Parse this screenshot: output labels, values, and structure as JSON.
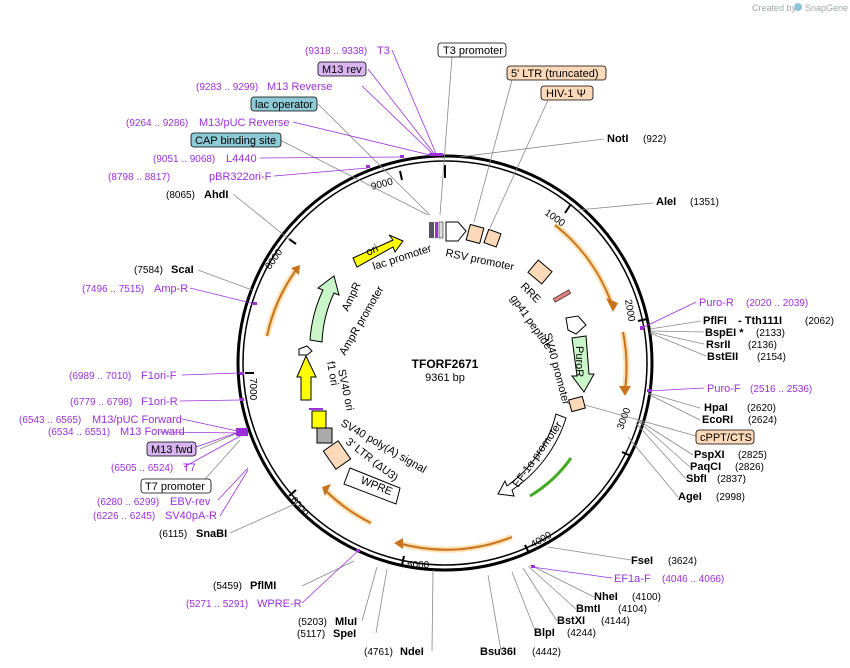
{
  "watermark": {
    "created_by": "Created by",
    "brand": "SnapGene"
  },
  "plasmid": {
    "name": "TFORF2671",
    "size": "9361 bp"
  },
  "ticks": [
    "1000",
    "2000",
    "3000",
    "4000",
    "5000",
    "6000",
    "7000",
    "8000",
    "9000"
  ],
  "sites": {
    "t3": "T3 promoter",
    "ltr5": "5' LTR (truncated)",
    "hiv": "HIV-1 Ψ",
    "noti": "NotI",
    "noti_pos": "(922)",
    "alei": "AleI",
    "alei_pos": "(1351)",
    "puro_r": "Puro-R",
    "puro_r_pos": "(2020 .. 2039)",
    "pflfi": "PflFI",
    "tth": "- Tth111I",
    "tth_pos": "(2062)",
    "bspei": "BspEI *",
    "bspei_pos": "(2133)",
    "rsrii": "RsrII",
    "rsrii_pos": "(2136)",
    "bsteii": "BstEII",
    "bsteii_pos": "(2154)",
    "puro_f": "Puro-F",
    "puro_f_pos": "(2516 .. 2536)",
    "hpai": "HpaI",
    "hpai_pos": "(2620)",
    "ecori": "EcoRI",
    "ecori_pos": "(2624)",
    "cppt": "cPPT/CTS",
    "pspxi": "PspXI",
    "pspxi_pos": "(2825)",
    "paqci": "PaqCI",
    "paqci_pos": "(2826)",
    "sbfi": "SbfI",
    "sbfi_pos": "(2837)",
    "agei": "AgeI",
    "agei_pos": "(2998)",
    "fsei": "FseI",
    "fsei_pos": "(3624)",
    "ef1af": "EF1a-F",
    "ef1af_pos": "(4046 .. 4066)",
    "nhei": "NheI",
    "nhei_pos": "(4100)",
    "bmti": "BmtI",
    "bmti_pos": "(4104)",
    "bstxi": "BstXI",
    "bstxi_pos": "(4144)",
    "blpi": "BlpI",
    "blpi_pos": "(4244)",
    "bsu36i": "Bsu36I",
    "bsu36i_pos": "(4442)",
    "ndei": "NdeI",
    "ndei_pos": "(4761)",
    "spei": "SpeI",
    "spei_pos": "(5117)",
    "mlui": "MluI",
    "mlui_pos": "(5203)",
    "wpre_r": "WPRE-R",
    "wpre_r_pos": "(5271 .. 5291)",
    "pflmi": "PflMI",
    "pflmi_pos": "(5459)",
    "snabi": "SnaBI",
    "snabi_pos": "(6115)",
    "sv40par": "SV40pA-R",
    "sv40par_pos": "(6226 .. 6245)",
    "ebvrev": "EBV-rev",
    "ebvrev_pos": "(6280 .. 6299)",
    "t7prom": "T7 promoter",
    "t7": "T7",
    "t7_pos": "(6505 .. 6524)",
    "m13fwd": "M13 fwd",
    "m13forward": "M13 Forward",
    "m13forward_pos": "(6534 .. 6551)",
    "m13pucf": "M13/pUC Forward",
    "m13pucf_pos": "(6543 .. 6565)",
    "f1orir": "F1ori-R",
    "f1orir_pos": "(6779 .. 6798)",
    "f1orif": "F1ori-F",
    "f1orif_pos": "(6989 .. 7010)",
    "ampr_p": "Amp-R",
    "ampr_p_pos": "(7496 .. 7515)",
    "scai": "ScaI",
    "scai_pos": "(7584)",
    "ahdi": "AhdI",
    "ahdi_pos": "(8065)",
    "pbr": "pBR322ori-F",
    "pbr_pos": "(8798 .. 8817)",
    "l4440": "L4440",
    "l4440_pos": "(9051 .. 9068)",
    "cap": "CAP binding site",
    "m13pucr": "M13/pUC Reverse",
    "m13pucr_pos": "(9264 .. 9286)",
    "lacop": "lac operator",
    "m13reverse": "M13 Reverse",
    "m13reverse_pos": "(9283 .. 9299)",
    "m13rev": "M13 rev",
    "t3p": "T3",
    "t3p_pos": "(9318 .. 9338)"
  },
  "features": {
    "ori": "ori",
    "lac_promoter": "lac promoter",
    "rsv_promoter": "RSV promoter",
    "rre": "RRE",
    "gp41": "gp41 peptide",
    "sv40_promoter": "SV40 promoter",
    "puror": "PuroR",
    "ef1a": "EF-1α promoter",
    "wpre": "WPRE",
    "ltr3": "3' LTR (ΔU3)",
    "sv40polya": "SV40 poly(A) signal",
    "f1ori": "f1 ori",
    "sv40ori": "SV40 ori",
    "ampr": "AmpR",
    "ampr_promoter": "AmpR promoter"
  },
  "colors": {
    "primer": "#9b30d9",
    "ampr": "#c9f5c9",
    "ori": "#ffff00",
    "orf": "#f5a623",
    "promoter_box": "#ffffff",
    "ltr": "#fcd9b8",
    "misc_box": "#8ec9d6"
  }
}
